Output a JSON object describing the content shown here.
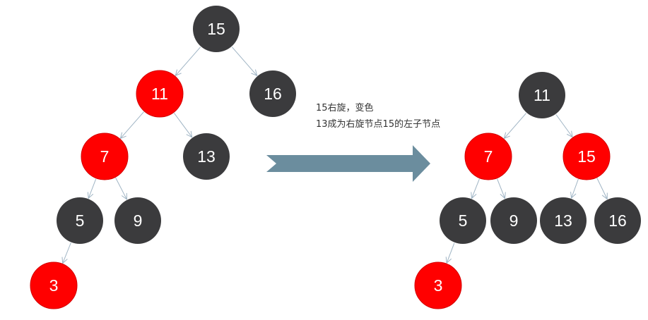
{
  "colors": {
    "black_node": "#3b3b3d",
    "red_node": "#ff0000",
    "red_node_stroke": "#d40000",
    "edge": "#9fb4c4",
    "arrow": "#6b8d9e",
    "text": "#333333"
  },
  "caption": {
    "line1": "15右旋，变色",
    "line2": "13成为右旋节点15的左子节点"
  },
  "before_tree": {
    "nodes": [
      {
        "id": "b15",
        "label": "15",
        "color": "black"
      },
      {
        "id": "b11",
        "label": "11",
        "color": "red"
      },
      {
        "id": "b16",
        "label": "16",
        "color": "black"
      },
      {
        "id": "b7",
        "label": "7",
        "color": "red"
      },
      {
        "id": "b13",
        "label": "13",
        "color": "black"
      },
      {
        "id": "b5",
        "label": "5",
        "color": "black"
      },
      {
        "id": "b9",
        "label": "9",
        "color": "black"
      },
      {
        "id": "b3",
        "label": "3",
        "color": "red"
      }
    ],
    "edges": [
      [
        "b15",
        "b11"
      ],
      [
        "b15",
        "b16"
      ],
      [
        "b11",
        "b7"
      ],
      [
        "b11",
        "b13"
      ],
      [
        "b7",
        "b5"
      ],
      [
        "b7",
        "b9"
      ],
      [
        "b5",
        "b3"
      ]
    ]
  },
  "after_tree": {
    "nodes": [
      {
        "id": "a11",
        "label": "11",
        "color": "black"
      },
      {
        "id": "a7",
        "label": "7",
        "color": "red"
      },
      {
        "id": "a15",
        "label": "15",
        "color": "red"
      },
      {
        "id": "a5",
        "label": "5",
        "color": "black"
      },
      {
        "id": "a9",
        "label": "9",
        "color": "black"
      },
      {
        "id": "a13",
        "label": "13",
        "color": "black"
      },
      {
        "id": "a16",
        "label": "16",
        "color": "black"
      },
      {
        "id": "a3",
        "label": "3",
        "color": "red"
      }
    ],
    "edges": [
      [
        "a11",
        "a7"
      ],
      [
        "a11",
        "a15"
      ],
      [
        "a7",
        "a5"
      ],
      [
        "a7",
        "a9"
      ],
      [
        "a15",
        "a13"
      ],
      [
        "a15",
        "a16"
      ],
      [
        "a5",
        "a3"
      ]
    ]
  }
}
